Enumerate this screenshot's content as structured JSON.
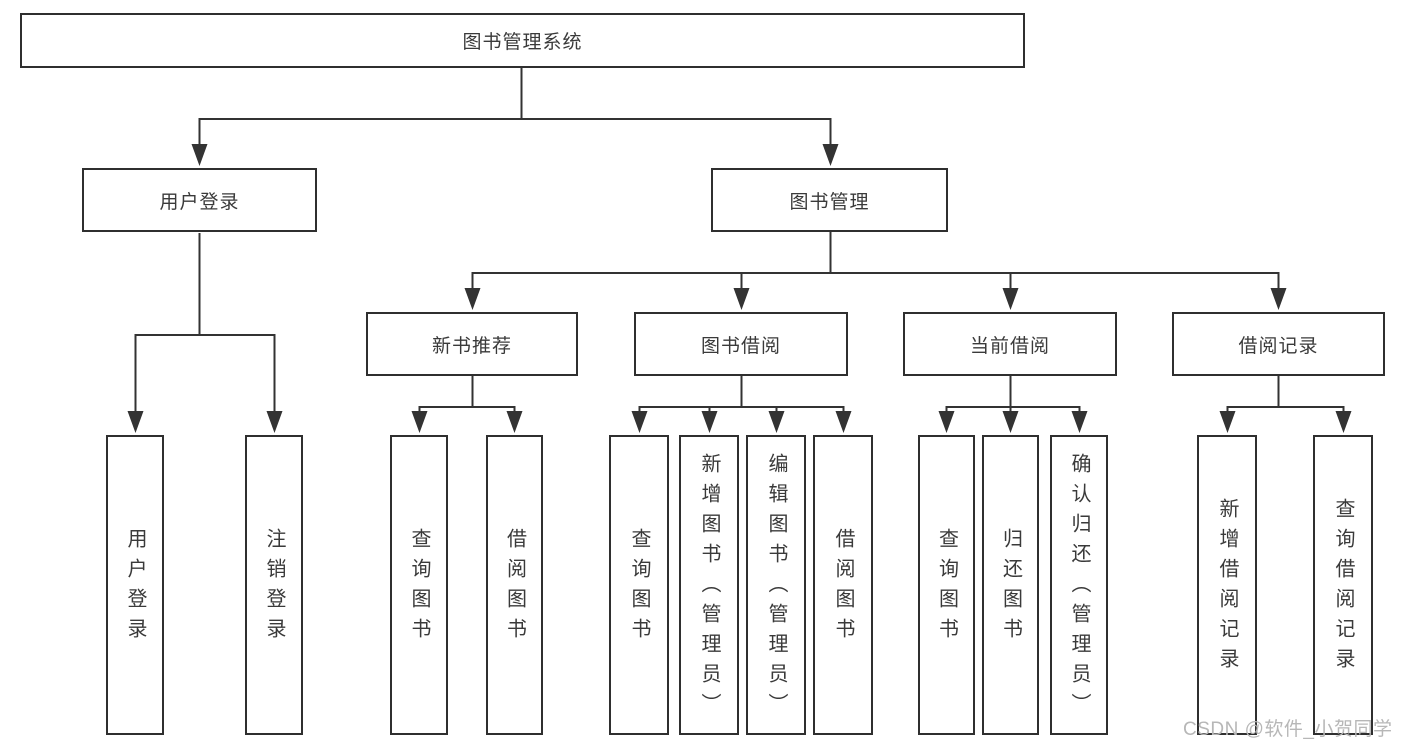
{
  "root": {
    "label": "图书管理系统"
  },
  "branches": [
    {
      "label": "用户登录",
      "children": [
        {
          "label": "用户登录"
        },
        {
          "label": "注销登录"
        }
      ]
    },
    {
      "label": "图书管理",
      "children": [
        {
          "label": "新书推荐",
          "children": [
            {
              "label": "查询图书"
            },
            {
              "label": "借阅图书"
            }
          ]
        },
        {
          "label": "图书借阅",
          "children": [
            {
              "label": "查询图书"
            },
            {
              "label": "新增图书（管理员）"
            },
            {
              "label": "编辑图书（管理员）"
            },
            {
              "label": "借阅图书"
            }
          ]
        },
        {
          "label": "当前借阅",
          "children": [
            {
              "label": "查询图书"
            },
            {
              "label": "归还图书"
            },
            {
              "label": "确认归还（管理员）"
            }
          ]
        },
        {
          "label": "借阅记录",
          "children": [
            {
              "label": "新增借阅记录"
            },
            {
              "label": "查询借阅记录"
            }
          ]
        }
      ]
    }
  ],
  "watermark": "CSDN @软件_小贺同学",
  "colors": {
    "line": "#333333",
    "border": "#2f2f2f",
    "text": "#3a3a3a",
    "watermark": "#b7b7b7"
  }
}
